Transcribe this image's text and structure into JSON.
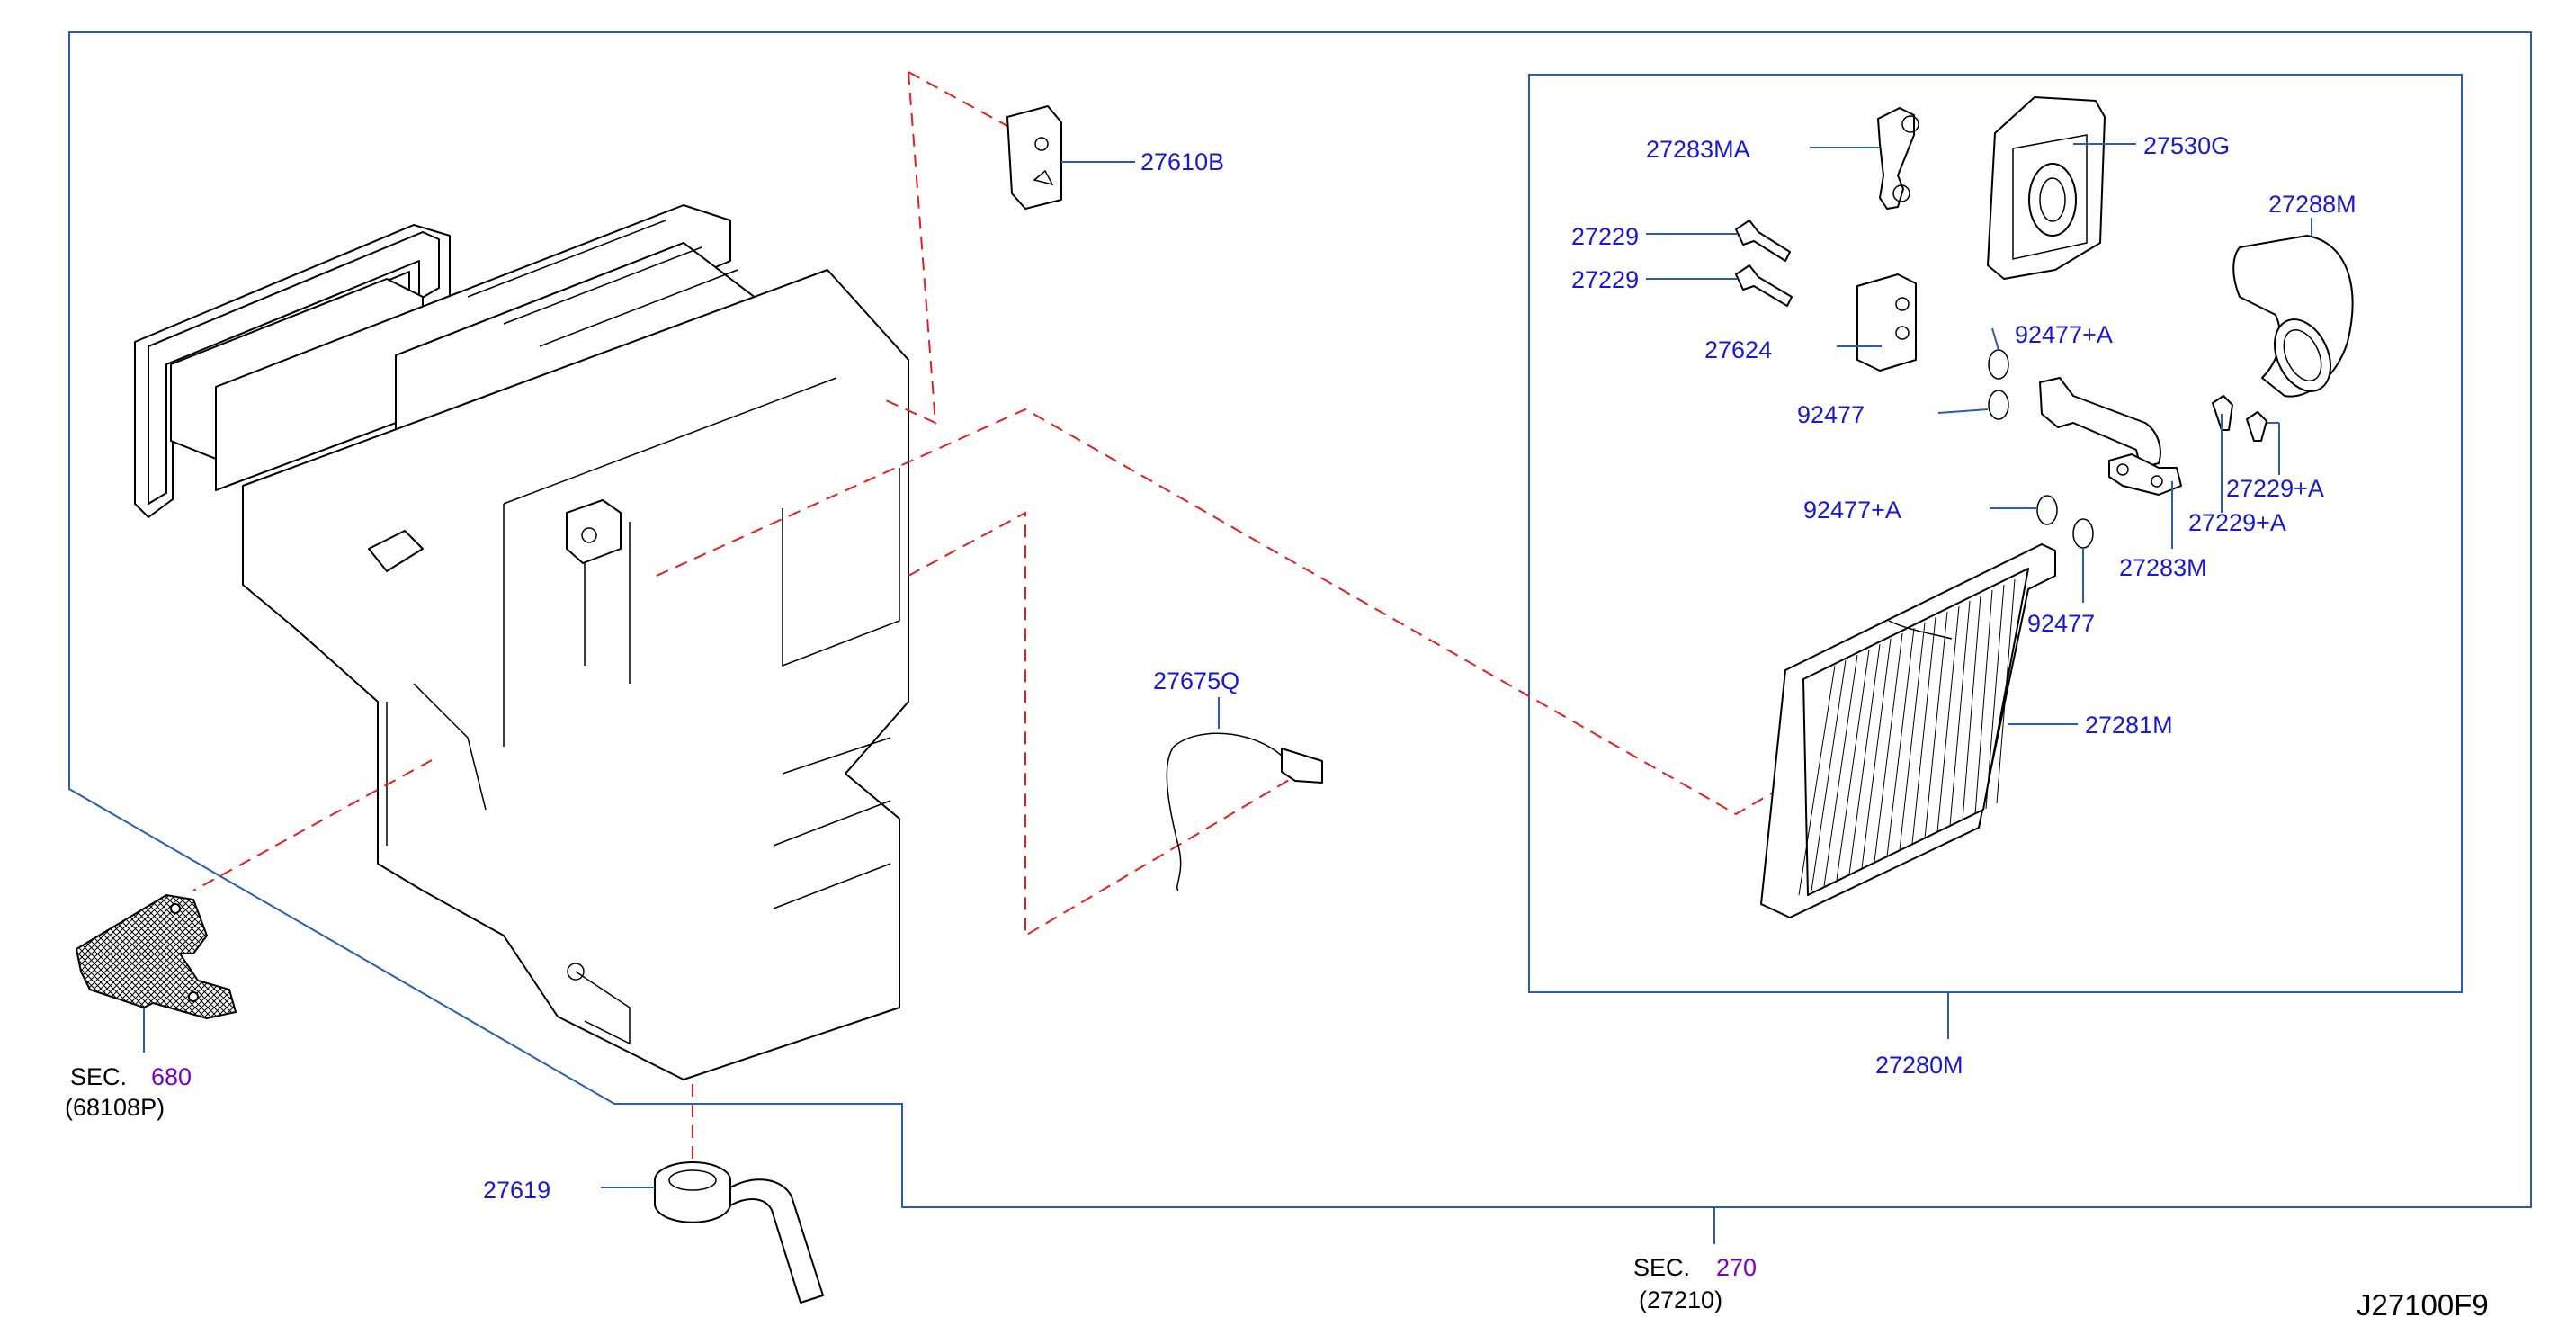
{
  "diagram_code": "J27100F9",
  "parts": {
    "p27610B": "27610B",
    "p27283MA": "27283MA",
    "p27530G": "27530G",
    "p27288M": "27288M",
    "p27229_top": "27229",
    "p27229_second": "27229",
    "p92477A_top": "92477+A",
    "p27624": "27624",
    "p92477_top": "92477",
    "p27229A_right": "27229+A",
    "p27229A_lower": "27229+A",
    "p92477A_mid": "92477+A",
    "p27283M": "27283M",
    "p92477_low": "92477",
    "p27281M": "27281M",
    "p27675Q": "27675Q",
    "p27280M": "27280M",
    "p27619": "27619"
  },
  "sections": {
    "sec680": {
      "prefix": "SEC.",
      "number": "680",
      "part": "(68108P)"
    },
    "sec270": {
      "prefix": "SEC.",
      "number": "270",
      "part": "(27210)"
    }
  },
  "colors": {
    "label": "#1a1acc",
    "frame": "#2a5cb0",
    "dash": "#e02020",
    "section_number": "#7a00c8"
  }
}
